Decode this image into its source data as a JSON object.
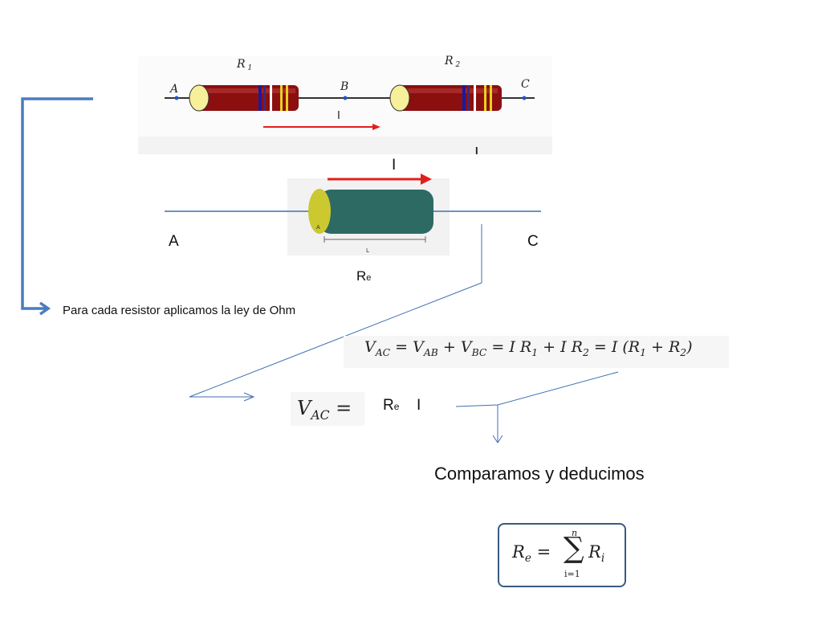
{
  "top_figure": {
    "labels": {
      "r1": "R",
      "r1_sub": "1",
      "r2": "R",
      "r2_sub": "2",
      "a": "A",
      "b": "B",
      "c": "C",
      "current": "I"
    }
  },
  "equivalent_figure": {
    "current_label": "I",
    "tick_label": "I",
    "node_a": "A",
    "node_c": "C",
    "resistor_label": "R",
    "resistor_label_sub": "e",
    "length_label": "L",
    "cap_label": "A"
  },
  "ohm_note": "Para cada resistor aplicamos la ley de Ohm",
  "equation_series": {
    "lhs": "V",
    "lhs_sub": "AC",
    "t1": "V",
    "t1_sub": "AB",
    "t2": "V",
    "t2_sub": "BC",
    "t3": "I R",
    "t3_sub": "1",
    "t4": "I R",
    "t4_sub": "2",
    "t5_open": "I (R",
    "t5_sub1": "1",
    "t5_mid": " + R",
    "t5_sub2": "2",
    "t5_close": ")"
  },
  "equation_equivalent": {
    "lhs": "V",
    "lhs_sub": "AC",
    "re": "R",
    "re_sub": "e",
    "i": "I"
  },
  "compare_text": "Comparamos y deducimos",
  "result_equation": {
    "lhs": "R",
    "lhs_sub": "e",
    "upper": "n",
    "lower": "i=1",
    "term": "R",
    "term_sub": "i"
  },
  "colors": {
    "flow_arrow": "#4a7cc0",
    "thin_line": "#3f6fb0",
    "current_arrow": "#e0201c",
    "resistor_body": "#8b0f0f",
    "resistor_cap": "#f7ef9a",
    "equiv_body": "#2e6a64",
    "equiv_cap": "#cbc830",
    "box_border": "#3a5a80"
  }
}
